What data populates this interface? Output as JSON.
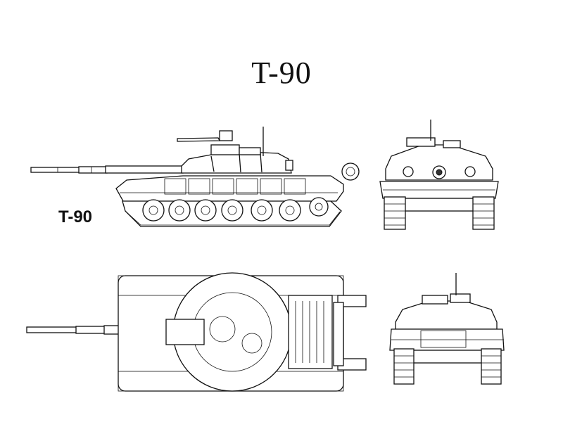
{
  "title": "T-90",
  "side_view_label": "T-90",
  "views": [
    "side-view",
    "front-view",
    "top-view",
    "rear-view"
  ]
}
